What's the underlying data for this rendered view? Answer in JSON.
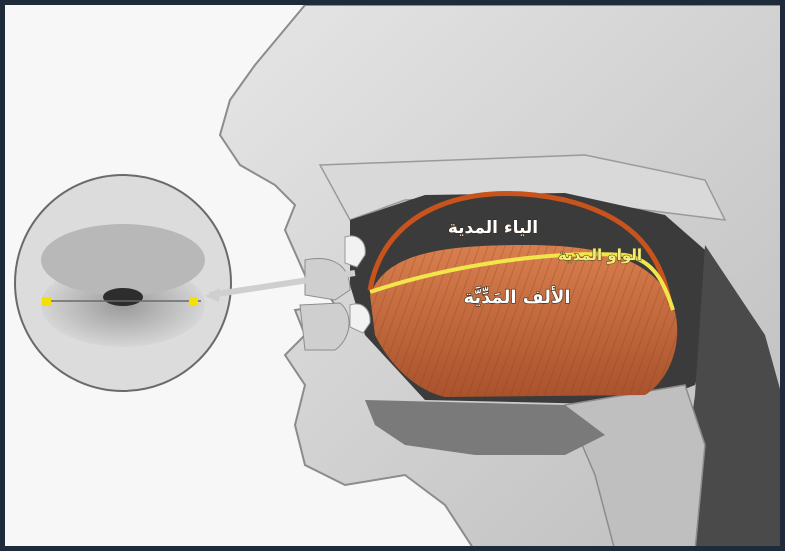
{
  "labels": {
    "ya_madd": "الياء المدية",
    "waw_madd": "الواو المدية",
    "alif_madd": "الألف المَدِّيَّة"
  },
  "colors": {
    "frame": "#1f2a3a",
    "ya_curve": "#c8531c",
    "waw_curve": "#f0e64a",
    "marker": "#f5e000",
    "tongue": "#c56a3e"
  },
  "icons": {
    "lip_markers": "yellow-square-marker"
  }
}
